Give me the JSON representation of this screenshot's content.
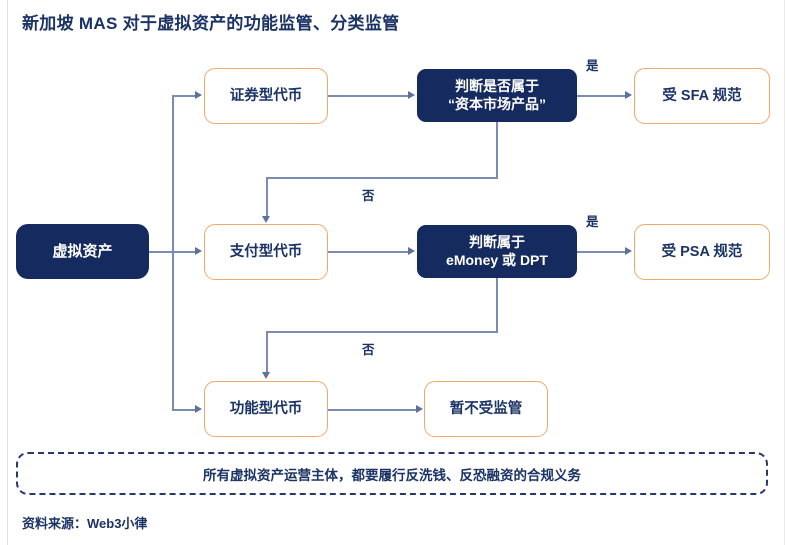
{
  "title": "新加坡 MAS 对于虚拟资产的功能监管、分类监管",
  "colors": {
    "navy": "#152a5e",
    "orange_border": "#f0a96c",
    "connector": "#7b8cb0",
    "text_navy": "#1b3365"
  },
  "start_node": {
    "label": "虚拟资产"
  },
  "branches": [
    {
      "token": "证券型代币",
      "decision_line1": "判断是否属于",
      "decision_line2": "“资本市场产品”",
      "yes_label": "是",
      "yes_outcome": "受 SFA 规范",
      "no_label": "否"
    },
    {
      "token": "支付型代币",
      "decision_line1": "判断属于",
      "decision_line2": "eMoney 或 DPT",
      "yes_label": "是",
      "yes_outcome": "受 PSA 规范",
      "no_label": "否"
    },
    {
      "token": "功能型代币",
      "decision_line1": "",
      "decision_line2": "",
      "yes_label": "",
      "yes_outcome": "暂不受监管",
      "no_label": ""
    }
  ],
  "banner": {
    "text": "所有虚拟资产运营主体，都要履行反洗钱、反恐融资的合规义务"
  },
  "source": {
    "text": "资料来源：Web3小律"
  }
}
